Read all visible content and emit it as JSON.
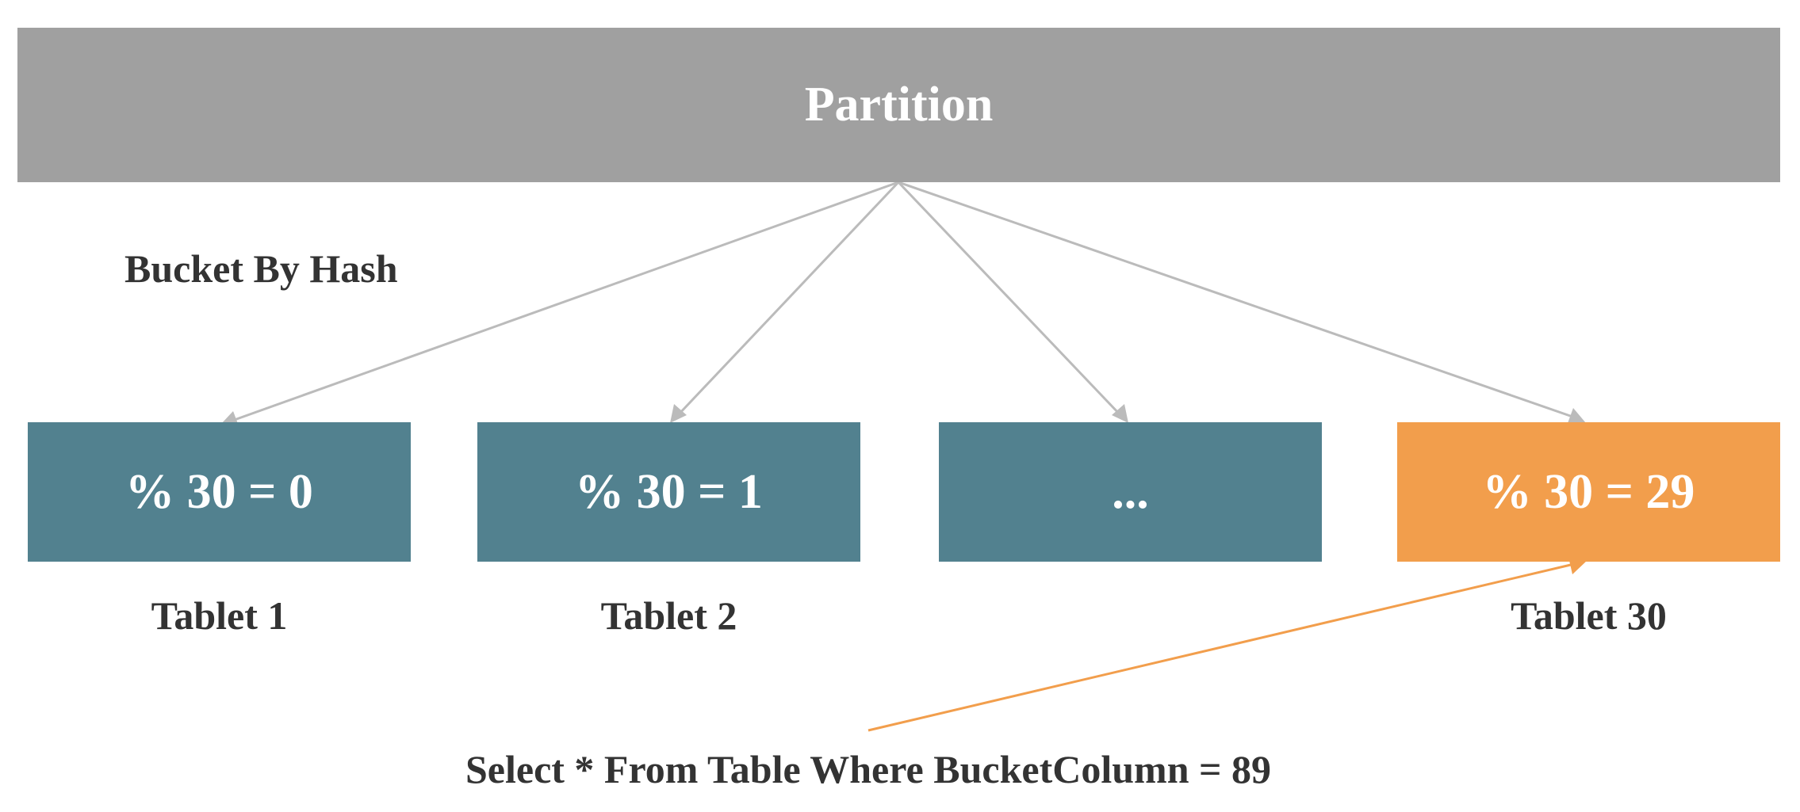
{
  "partition": {
    "label": "Partition"
  },
  "bucket_method": {
    "label": "Bucket By Hash"
  },
  "buckets": [
    {
      "label": "% 30 = 0",
      "tablet": "Tablet 1",
      "color": "#52818f"
    },
    {
      "label": "% 30 = 1",
      "tablet": "Tablet 2",
      "color": "#52818f"
    },
    {
      "label": "...",
      "tablet": "",
      "color": "#52818f"
    },
    {
      "label": "% 30 = 29",
      "tablet": "Tablet 30",
      "color": "#f29e4c"
    }
  ],
  "query": {
    "text": "Select * From Table Where BucketColumn = 89"
  },
  "colors": {
    "partition_box": "#a0a0a0",
    "arrow_gray": "#bbbbbb",
    "arrow_highlight": "#f29e4c",
    "caption_text": "#333333"
  }
}
